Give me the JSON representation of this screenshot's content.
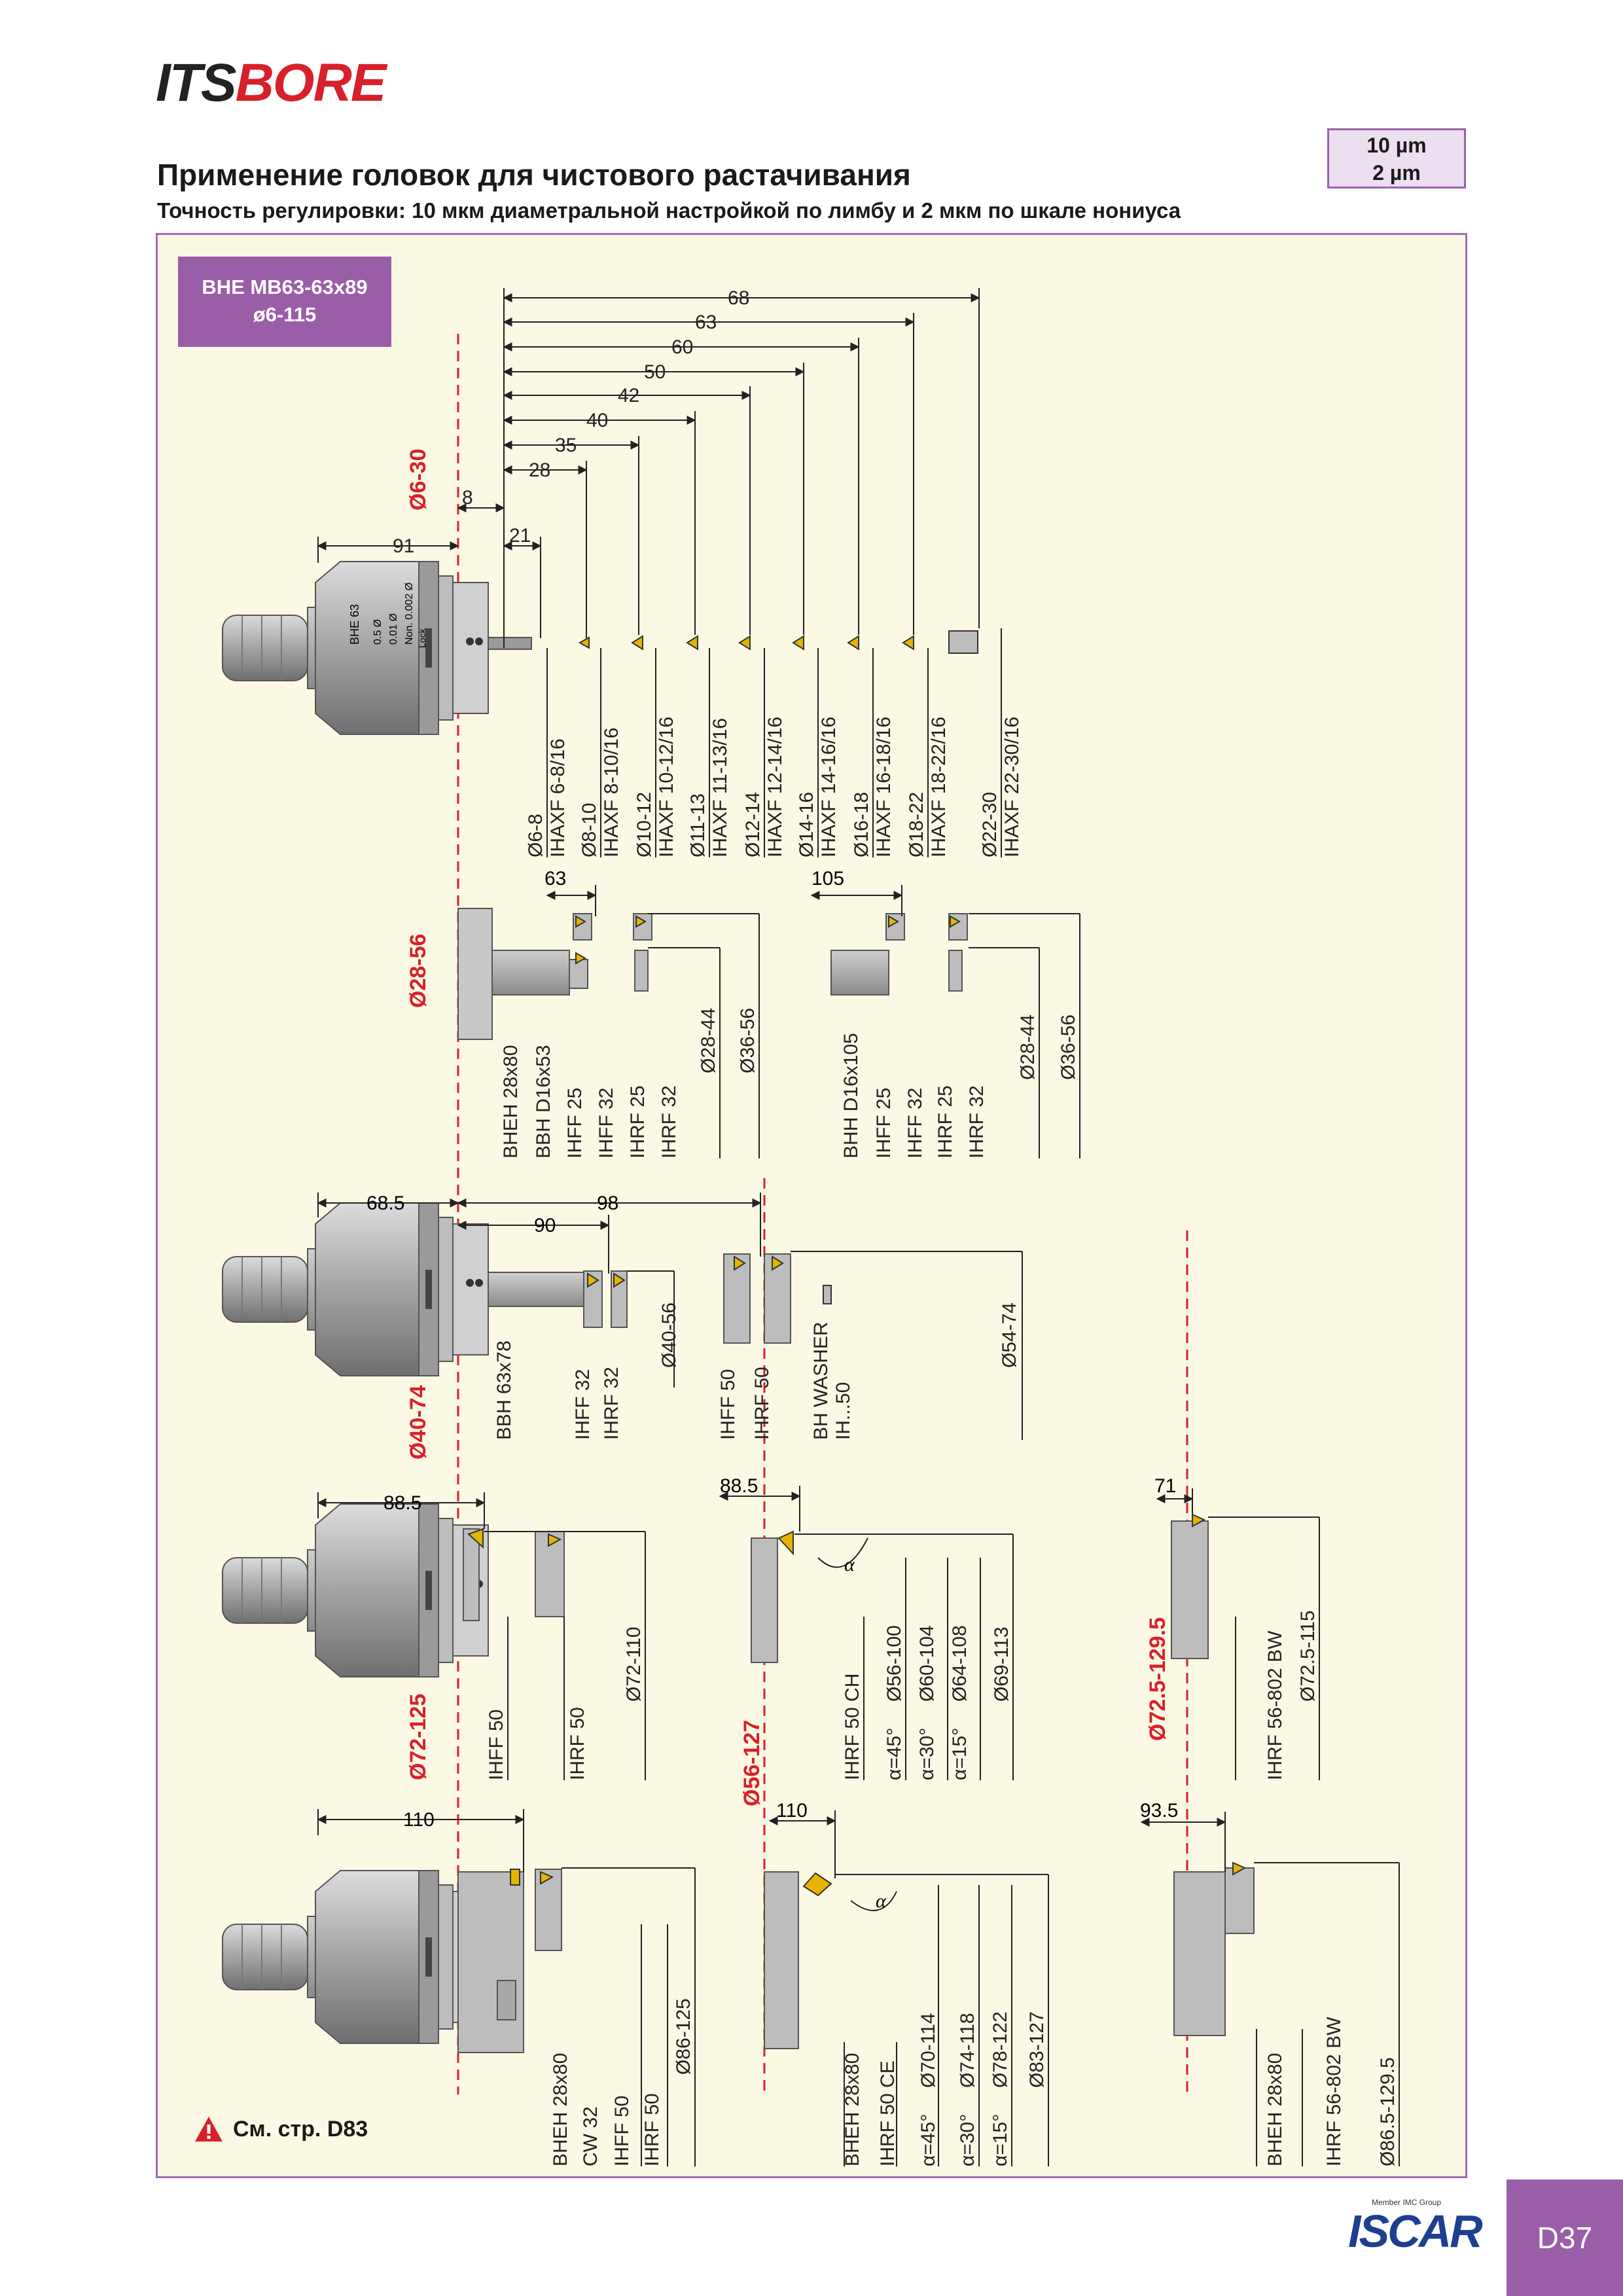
{
  "brand": {
    "logo_left": "ITS",
    "logo_right": "BORE"
  },
  "badge": {
    "line1": "10 µm",
    "line2": "2 µm"
  },
  "heading": {
    "title": "Применение головок для чистового растачивания",
    "subtitle": "Точность регулировки: 10 мкм диаметральной настройкой по лимбу и 2 мкм по шкале нониуса"
  },
  "model_box": {
    "line1": "BHE MB63-63x89",
    "line2": "ø6-115"
  },
  "head_marks": {
    "model": "BHE 63",
    "r1": "0.5 Ø",
    "r2": "0.01 Ø",
    "r3": "Non. 0.002 Ø",
    "lock": "Lock"
  },
  "colors": {
    "accent_purple": "#9a5ea8",
    "panel_bg": "#fbf8e4",
    "red": "#d8202a",
    "insert": "#e6b400"
  },
  "section1": {
    "range": "Ø6-30",
    "dims": [
      "68",
      "63",
      "60",
      "50",
      "42",
      "40",
      "35",
      "28",
      "8",
      "21",
      "91"
    ],
    "labels": [
      "Ø6-8",
      "IHAXF 6-8/16",
      "Ø8-10",
      "IHAXF 8-10/16",
      "Ø10-12",
      "IHAXF 10-12/16",
      "Ø11-13",
      "IHAXF 11-13/16",
      "Ø12-14",
      "IHAXF 12-14/16",
      "Ø14-16",
      "IHAXF 14-16/16",
      "Ø16-18",
      "IHAXF 16-18/16",
      "Ø18-22",
      "IHAXF 18-22/16",
      "Ø22-30",
      "IHAXF 22-30/16"
    ]
  },
  "section2": {
    "range": "Ø28-56",
    "dims": [
      "63",
      "105"
    ],
    "labels_a": [
      "BHEH 28x80",
      "BBH D16x53",
      "IHFF 25",
      "IHFF 32",
      "IHRF 25",
      "IHRF 32",
      "Ø28-44",
      "Ø36-56"
    ],
    "labels_b": [
      "BHH D16x105",
      "IHFF 25",
      "IHFF 32",
      "IHRF 25",
      "IHRF 32",
      "Ø28-44",
      "Ø36-56"
    ]
  },
  "section3": {
    "range": "Ø40-74",
    "dims": [
      "68.5",
      "98",
      "90"
    ],
    "labels_a": [
      "BBH 63x78",
      "IHFF 32",
      "IHRF 32",
      "Ø40-56"
    ],
    "labels_b": [
      "IHFF 50",
      "IHRF 50",
      "BH WASHER",
      "IH...50",
      "Ø54-74"
    ]
  },
  "section4": {
    "range_a": "Ø72-125",
    "range_b": "Ø56-127",
    "range_c": "Ø72.5-129.5",
    "dims": [
      "88.5",
      "88.5",
      "71"
    ],
    "alpha": "α",
    "labels_a": [
      "IHFF 50",
      "IHRF 50",
      "Ø72-110"
    ],
    "labels_b": [
      "IHRF 50 CH",
      "α=45°",
      "Ø56-100",
      "α=30°",
      "Ø60-104",
      "α=15°",
      "Ø64-108",
      "Ø69-113"
    ],
    "labels_c": [
      "IHRF 56-802  BW",
      "Ø72.5-115"
    ]
  },
  "section5": {
    "dims": [
      "110",
      "110",
      "93.5"
    ],
    "alpha": "α",
    "labels_a": [
      "BHEH 28x80",
      "CW 32",
      "IHFF 50",
      "IHRF 50",
      "Ø86-125"
    ],
    "labels_b": [
      "BHEH 28x80",
      "IHRF 50 CE",
      "α=45°",
      "Ø70-114",
      "α=30°",
      "Ø74-118",
      "α=15°",
      "Ø78-122",
      "Ø83-127"
    ],
    "labels_c": [
      "BHEH 28x80",
      "IHRF 56-802 BW",
      "Ø86.5-129.5"
    ]
  },
  "footer": {
    "warning": "См. стр. D83",
    "page": "D37",
    "iscar_small": "Member IMC Group",
    "iscar_word": "ISCAR"
  }
}
